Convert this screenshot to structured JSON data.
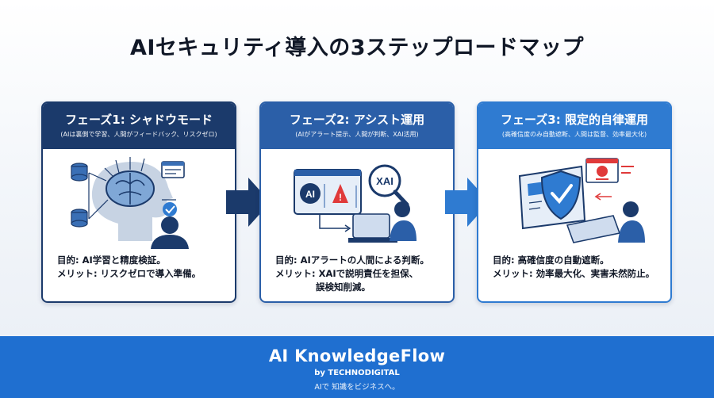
{
  "title": "AIセキュリティ導入の3ステップロードマップ",
  "phases": [
    {
      "title": "フェーズ1: シャドウモード",
      "subtitle": "(AIは裏側で学習、人間がフィードバック、リスクゼロ)",
      "goal": "目的: AI学習と精度検証。",
      "merit": "メリット: リスクゼロで導入準備。"
    },
    {
      "title": "フェーズ2: アシスト運用",
      "subtitle": "(AIがアラート提示、人間が判断、XAI活用)",
      "goal": "目的: AIアラートの人間による判断。",
      "merit": "メリット: XAIで説明責任を担保、",
      "merit_cont": "誤検知削減。",
      "badge_ai": "AI",
      "badge_xai": "XAI"
    },
    {
      "title": "フェーズ3: 限定的自律運用",
      "subtitle": "(高確信度のみ自動遮断、人間は監督、効率最大化)",
      "goal": "目的: 高確信度の自動遮断。",
      "merit": "メリット: 効率最大化、実害未然防止。"
    }
  ],
  "footer": {
    "brand": "AI KnowledgeFlow",
    "by": "by TECHNODIGITAL",
    "tagline": "AIで 知識をビジネスへ。"
  },
  "colors": {
    "phase1": "#1b3a6b",
    "phase2": "#2b5fa8",
    "phase3": "#2f7bd1",
    "footer": "#1f6fd0"
  }
}
